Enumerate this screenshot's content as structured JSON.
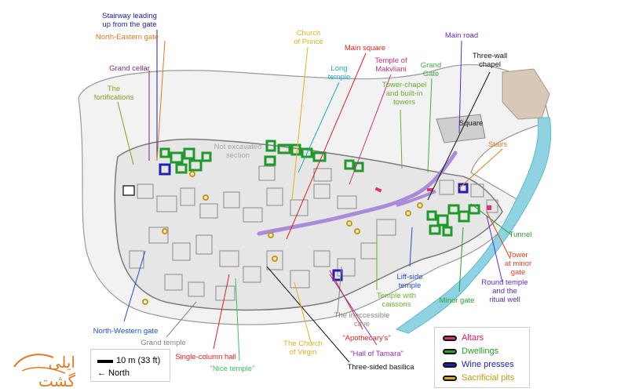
{
  "labels": [
    {
      "id": "stairway",
      "text": "Stairway leading\nup from the gate",
      "color": "#1f1fb0"
    },
    {
      "id": "ne-gate",
      "text": "North-Eastern gate",
      "color": "#e3791f"
    },
    {
      "id": "grand-cellar",
      "text": "Grand cellar",
      "color": "#7a2a7a"
    },
    {
      "id": "fortifications",
      "text": "The\nfortifications",
      "color": "#8aa028"
    },
    {
      "id": "church-prince",
      "text": "Church\nof Prince",
      "color": "#e0b21a"
    },
    {
      "id": "main-square",
      "text": "Main square",
      "color": "#e02020"
    },
    {
      "id": "temple-makvliani",
      "text": "Temple of\nMakvliani",
      "color": "#d0307a"
    },
    {
      "id": "long-temple",
      "text": "Long\ntemple",
      "color": "#20a8c0"
    },
    {
      "id": "grand-gate",
      "text": "Grand\nGate",
      "color": "#3cb040"
    },
    {
      "id": "main-road",
      "text": "Main road",
      "color": "#5a2ad0"
    },
    {
      "id": "three-wall",
      "text": "Three-wall\nchapel",
      "color": "#111111"
    },
    {
      "id": "tower-chapel",
      "text": "Tower-chapel\nand built-in\ntowers",
      "color": "#6ab030"
    },
    {
      "id": "not-excavated",
      "text": "Not excavated\nsection",
      "color": "#a8a8a8"
    },
    {
      "id": "square",
      "text": "Square",
      "color": "#111111"
    },
    {
      "id": "stairs",
      "text": "Stairs",
      "color": "#e3791f"
    },
    {
      "id": "tunnel",
      "text": "Tunnel",
      "color": "#2aa030"
    },
    {
      "id": "tower-minor",
      "text": "Tower\nat minor\ngate",
      "color": "#e04020"
    },
    {
      "id": "round-temple",
      "text": "Round temple\nand the\nritual well",
      "color": "#5a2ad0"
    },
    {
      "id": "minor-gate",
      "text": "Minor gate",
      "color": "#2aa030"
    },
    {
      "id": "liff-side",
      "text": "Liff-side\ntemple",
      "color": "#2050d0"
    },
    {
      "id": "temple-caissons",
      "text": "Temple with\ncaissons",
      "color": "#6ab030"
    },
    {
      "id": "inaccessible",
      "text": "The inaccessible\ncave",
      "color": "#888888"
    },
    {
      "id": "apothecary",
      "text": "\"Apothecary's\"",
      "color": "#e02020"
    },
    {
      "id": "hall-tamara",
      "text": "\"Hall of Tamara\"",
      "color": "#9030c0"
    },
    {
      "id": "three-sided",
      "text": "Three-sided basilica",
      "color": "#111111"
    },
    {
      "id": "church-virgin",
      "text": "The Church\nof Virgin",
      "color": "#e0b21a"
    },
    {
      "id": "nice-temple",
      "text": "\"Nice temple\"",
      "color": "#3cc060"
    },
    {
      "id": "single-column",
      "text": "Single-column hall",
      "color": "#e02020"
    },
    {
      "id": "grand-temple",
      "text": "Grand temple",
      "color": "#888888"
    },
    {
      "id": "nw-gate",
      "text": "North-Western gate",
      "color": "#2050d0"
    }
  ],
  "legend": [
    {
      "text": "Altars",
      "color": "#d81b60",
      "swatch": "#e0307a"
    },
    {
      "text": "Dwellings",
      "color": "#2aa030",
      "swatch": "#2aa030"
    },
    {
      "text": "Wine presses",
      "color": "#2020b0",
      "swatch": "#2020b0"
    },
    {
      "text": "Sacrificial pits",
      "color": "#c89a10",
      "swatch": "#d8b020"
    }
  ],
  "scale": {
    "distance": "10 m (33 ft)",
    "north": "← North"
  },
  "watermark": {
    "text": "ایلی گشت"
  },
  "colors": {
    "river": "#8fd3e3",
    "rock": "#e9e9e9",
    "ruins": "#9a9a9a",
    "dwelling": "#1f9a2a",
    "road": "#a98bd8"
  }
}
